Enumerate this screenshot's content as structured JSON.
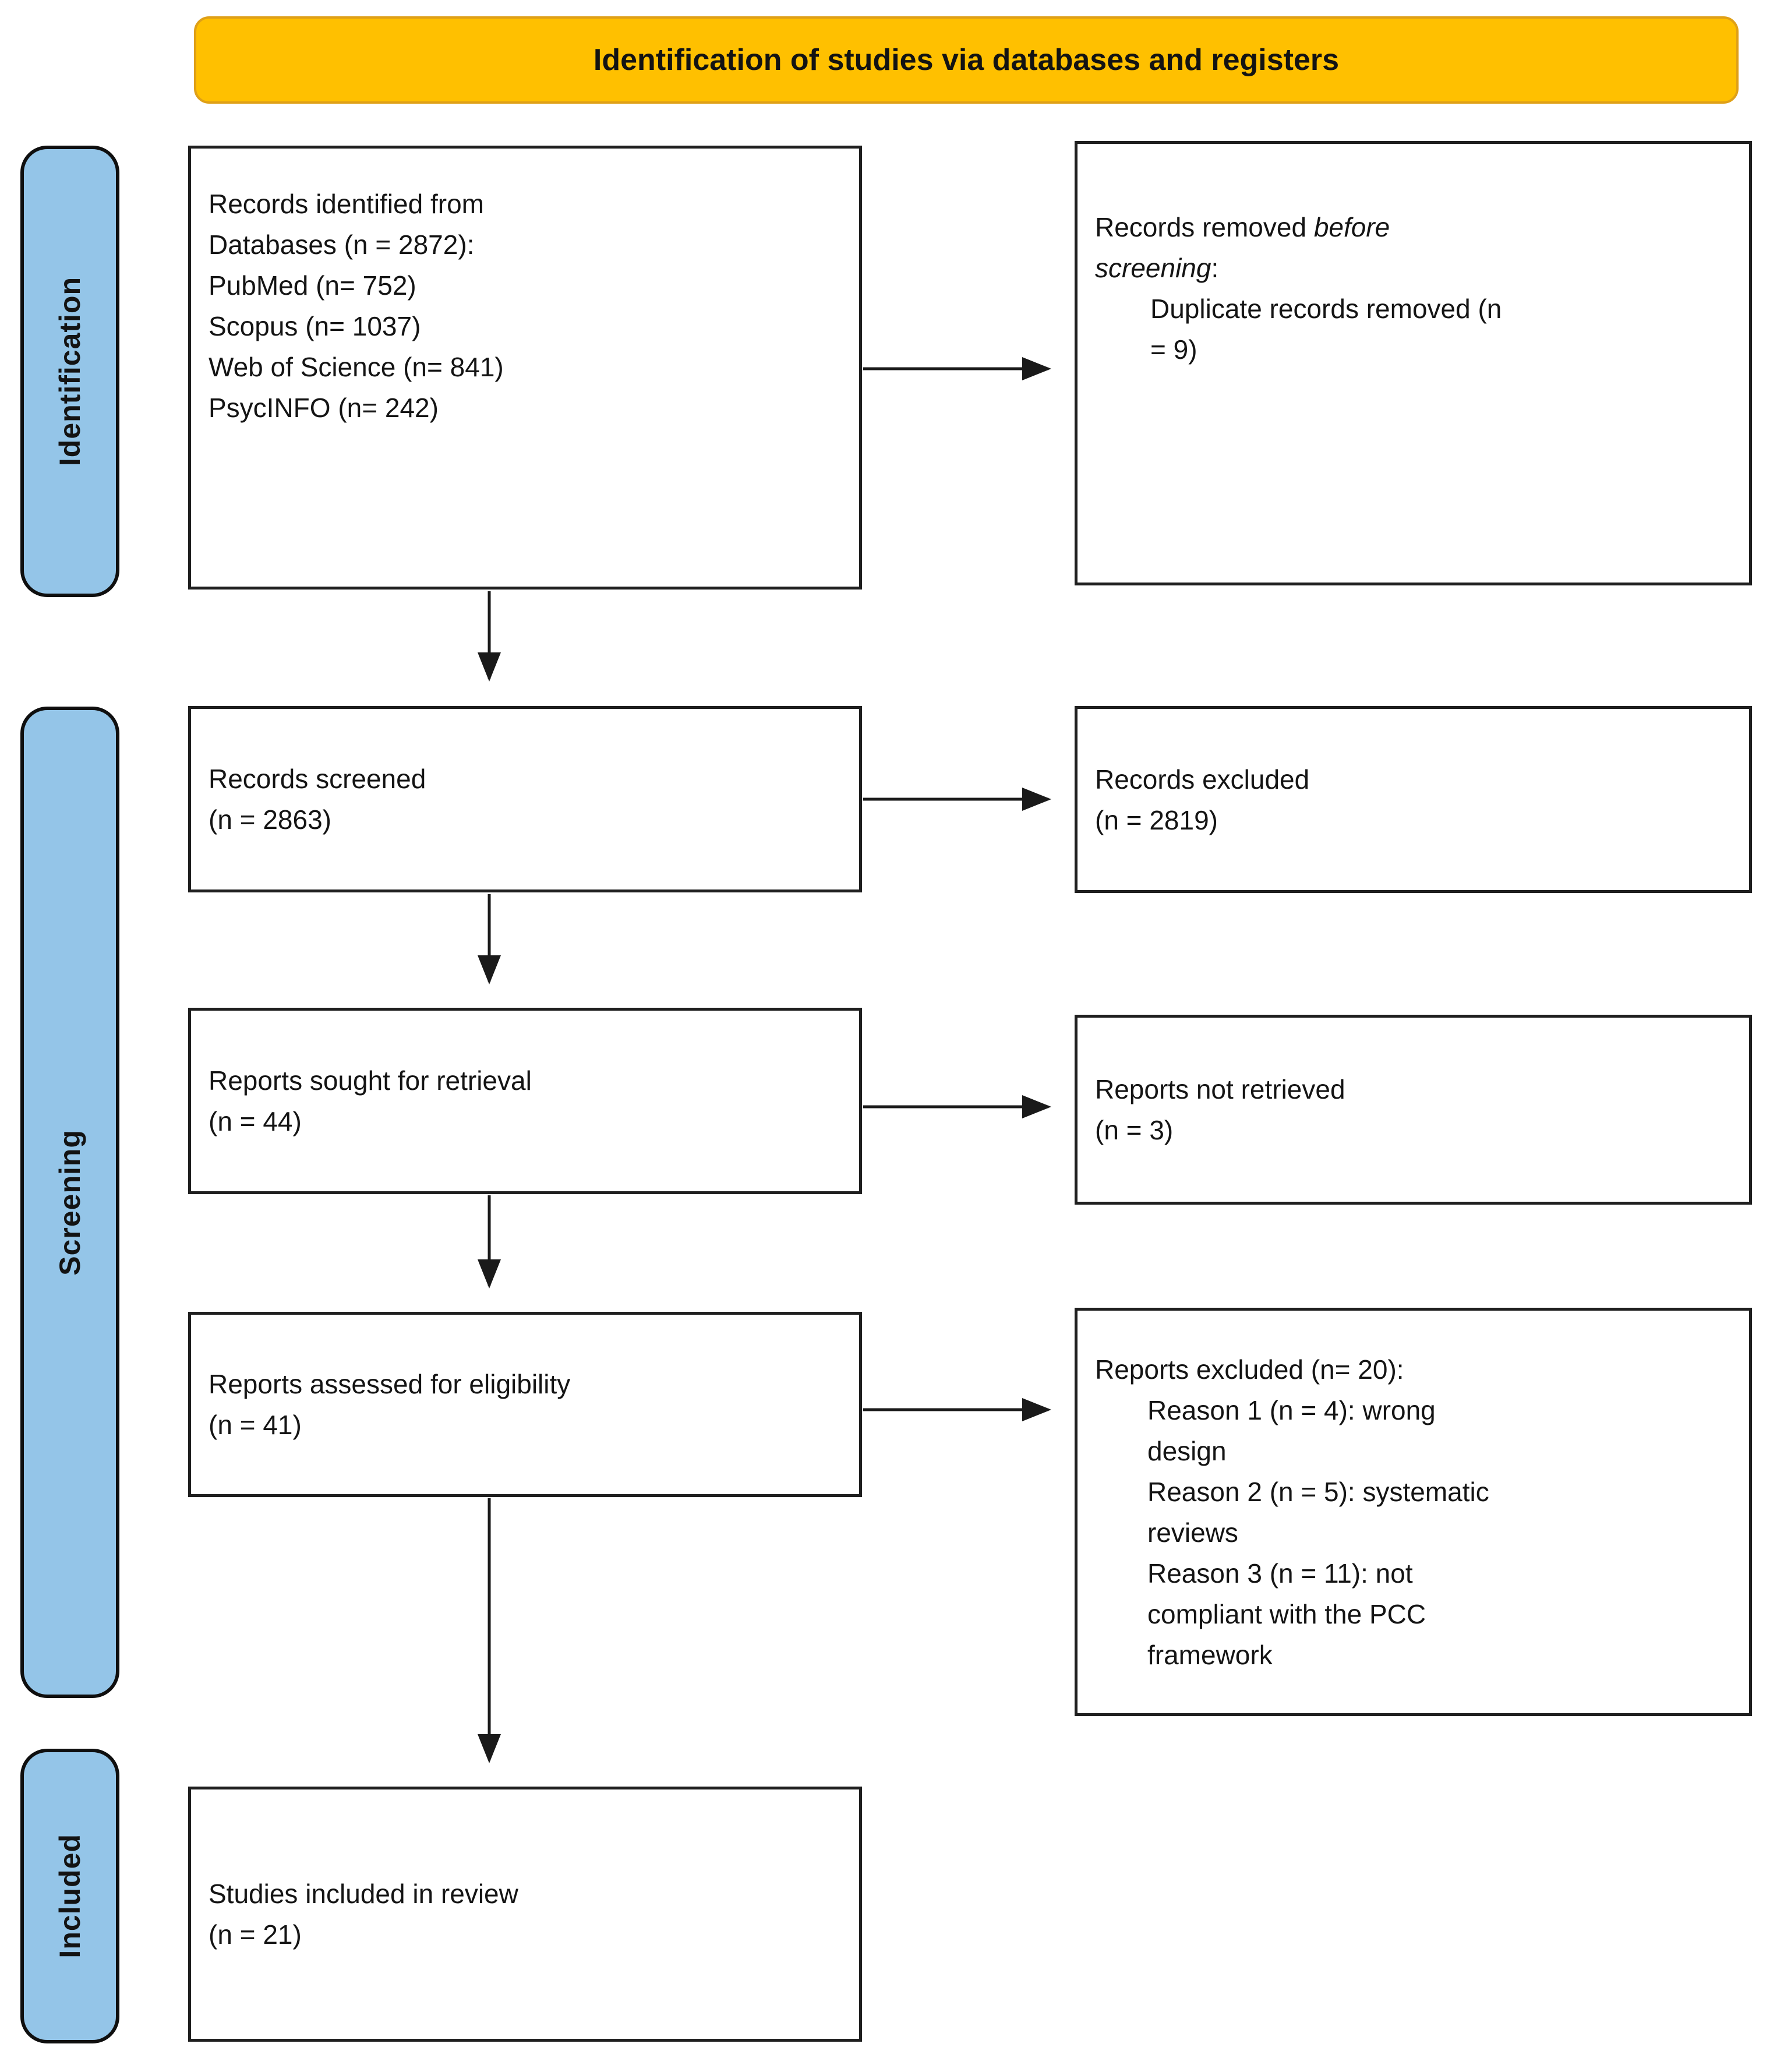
{
  "banner": {
    "title": "Identification of studies via databases and registers"
  },
  "stages": [
    {
      "label": "Identification"
    },
    {
      "label": "Screening"
    },
    {
      "label": "Included"
    }
  ],
  "flow": {
    "identified": {
      "lines": [
        "Records identified from",
        "Databases (n = 2872):",
        "PubMed (n= 752)",
        "Scopus (n= 1037)",
        "Web of Science (n= 841)",
        "PsycINFO (n= 242)"
      ]
    },
    "removed": {
      "prefix": "Records removed ",
      "emphasis": "before screening",
      "colon": ":",
      "detail": "Duplicate records removed (n = 9)"
    },
    "screened": {
      "label": "Records screened",
      "count": "(n = 2863)"
    },
    "excluded": {
      "label": "Records excluded",
      "count": "(n = 2819)"
    },
    "sought": {
      "label": "Reports sought for retrieval",
      "count": "(n = 44)"
    },
    "not_retrieved": {
      "label": "Reports not retrieved",
      "count": "(n = 3)"
    },
    "assessed": {
      "label": "Reports assessed for eligibility",
      "count": "(n = 41)"
    },
    "reports_excluded": {
      "heading": "Reports excluded (n= 20):",
      "reasons": [
        "Reason 1 (n = 4): wrong design",
        "Reason 2 (n = 5): systematic reviews",
        "Reason 3 (n = 11): not compliant with the PCC framework"
      ]
    },
    "included_studies": {
      "label": "Studies included in review",
      "count": "(n = 21)"
    }
  },
  "colors": {
    "banner_fill": "#FFC000",
    "banner_border": "#DFA017",
    "stage_fill": "#94C5E8",
    "line": "#1A1A1A"
  }
}
